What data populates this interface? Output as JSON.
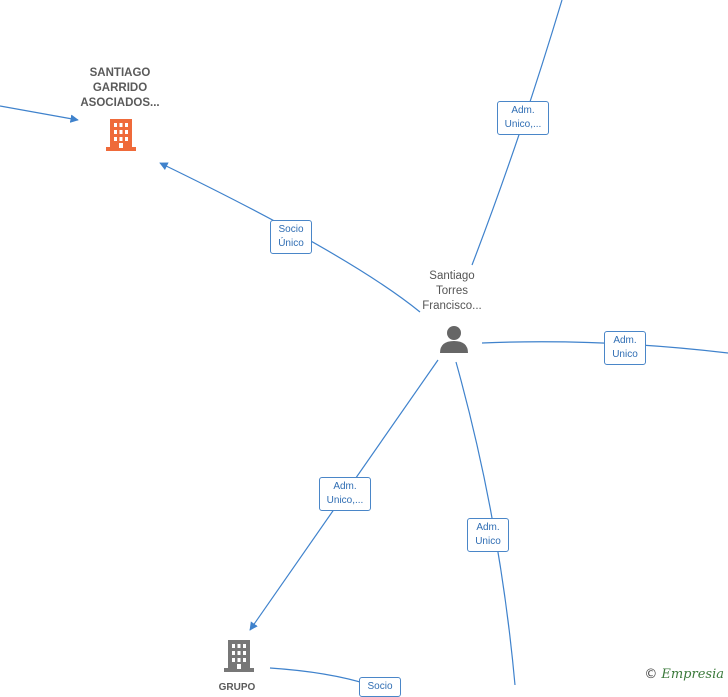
{
  "colors": {
    "edge": "#3f82cc",
    "company_active": "#ef6a3a",
    "company_neutral": "#777777",
    "person": "#666666"
  },
  "nodes": {
    "company_top": {
      "name": "SANTIAGO\nGARRIDO\nASOCIADOS...",
      "icon": "building-icon"
    },
    "person": {
      "name": "Santiago\nTorres\nFrancisco...",
      "icon": "person-icon"
    },
    "company_bottom": {
      "name": "GRUPO",
      "icon": "building-icon"
    }
  },
  "edges": {
    "socio_unico": "Socio\nÚnico",
    "adm_top_right": "Adm.\nUnico,...",
    "adm_right": "Adm.\nUnico",
    "adm_bottom_left": "Adm.\nUnico,...",
    "adm_bottom": "Adm.\nUnico",
    "socio_bottom": "Socio"
  },
  "watermark": {
    "copyright": "©",
    "brand": "Empresia"
  }
}
